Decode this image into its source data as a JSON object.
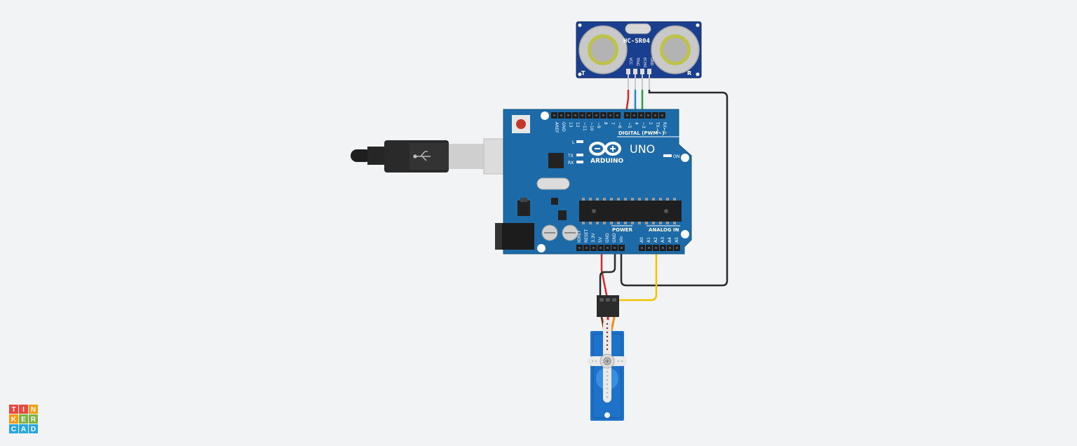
{
  "app": {
    "logo_letters": [
      "T",
      "I",
      "N",
      "K",
      "E",
      "R",
      "C",
      "A",
      "D"
    ],
    "logo_colors": [
      "#e8483f",
      "#e8483f",
      "#f39c12",
      "#f39c12",
      "#7cb342",
      "#7cb342",
      "#29a8e0",
      "#29a8e0",
      "#29a8e0"
    ]
  },
  "sensor": {
    "model": "HC-SR04",
    "label_t": "T",
    "label_r": "R",
    "pins": [
      "VCC",
      "TRIG",
      "ECHO",
      "GND"
    ],
    "board_color": "#1b3f8f"
  },
  "arduino": {
    "brand": "ARDUINO",
    "model": "UNO",
    "board_color": "#1c6aa8",
    "digital_label": "DIGITAL (PWM~)",
    "power_label": "POWER",
    "analog_label": "ANALOG IN",
    "on_label": "ON",
    "l_label": "L",
    "tx_label": "TX",
    "rx_label": "RX",
    "digital_pins": [
      "AREF",
      "GND",
      "13",
      "12",
      "~11",
      "~10",
      "~9",
      "8",
      "7",
      "~6",
      "~5",
      "4",
      "~3",
      "2",
      "TX→1",
      "RX←0"
    ],
    "power_pins": [
      "IOREF",
      "RESET",
      "3.3V",
      "5V",
      "GND",
      "GND",
      "Vin"
    ],
    "analog_pins": [
      "A0",
      "A1",
      "A2",
      "A3",
      "A4",
      "A5"
    ]
  },
  "wires": {
    "red": "#d62828",
    "black": "#2b2b2b",
    "yellow": "#f2c300",
    "blue": "#1e88c8",
    "green": "#2e9e44"
  },
  "servo": {
    "body_color": "#1e73c8",
    "horn_color": "#eaeaea"
  }
}
